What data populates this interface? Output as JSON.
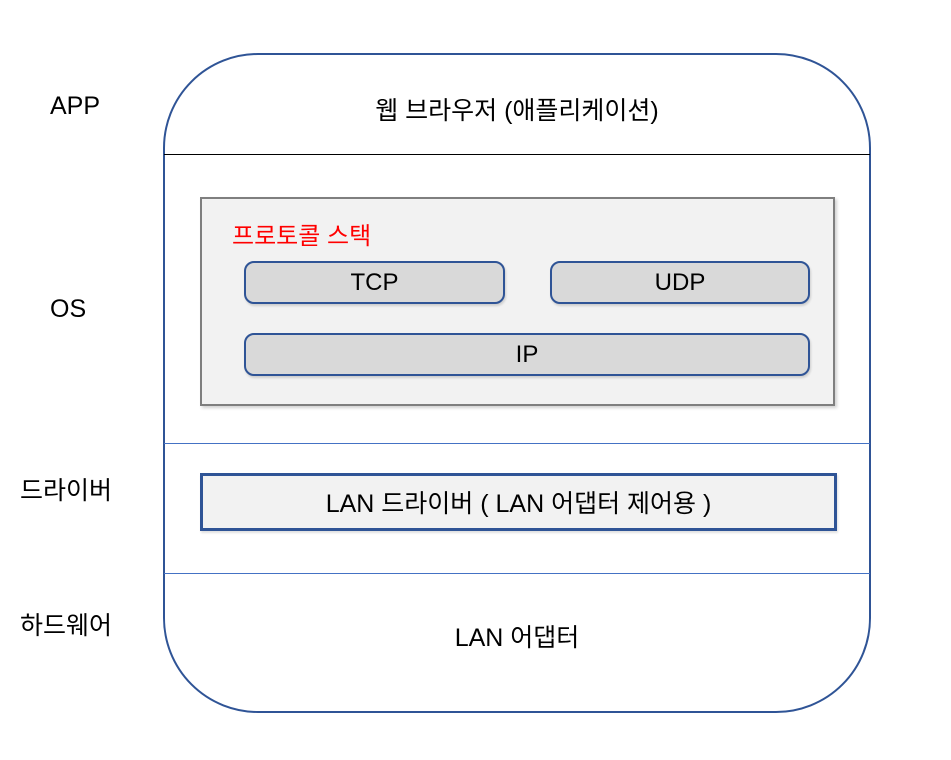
{
  "diagram": {
    "type": "network-layer-diagram",
    "layer_labels": [
      {
        "id": "app",
        "label": "APP"
      },
      {
        "id": "os",
        "label": "OS"
      },
      {
        "id": "driver",
        "label": "드라이버"
      },
      {
        "id": "hardware",
        "label": "하드웨어"
      }
    ],
    "sections": {
      "app": {
        "title": "웹 브라우저 (애플리케이션)"
      },
      "os": {
        "protocol_stack": {
          "title": "프로토콜 스택",
          "title_color": "#FF0000",
          "boxes": [
            {
              "id": "tcp",
              "label": "TCP"
            },
            {
              "id": "udp",
              "label": "UDP"
            },
            {
              "id": "ip",
              "label": "IP"
            }
          ]
        }
      },
      "driver": {
        "box_label": "LAN 드라이버 ( LAN 어댑터 제어용 )"
      },
      "hardware": {
        "label": "LAN 어댑터"
      }
    },
    "colors": {
      "background": "#FFFFFF",
      "outline_border": "#2F5496",
      "divider_top": "#000000",
      "divider_blue": "#4472C4",
      "panel_bg": "#F2F2F2",
      "panel_border": "#7F7F7F",
      "protocol_box_bg": "#D9D9D9",
      "protocol_box_border": "#2F5496",
      "driver_box_bg": "#F2F2F2",
      "driver_box_border": "#2F5496",
      "accent_red": "#FF0000",
      "text": "#000000"
    }
  }
}
